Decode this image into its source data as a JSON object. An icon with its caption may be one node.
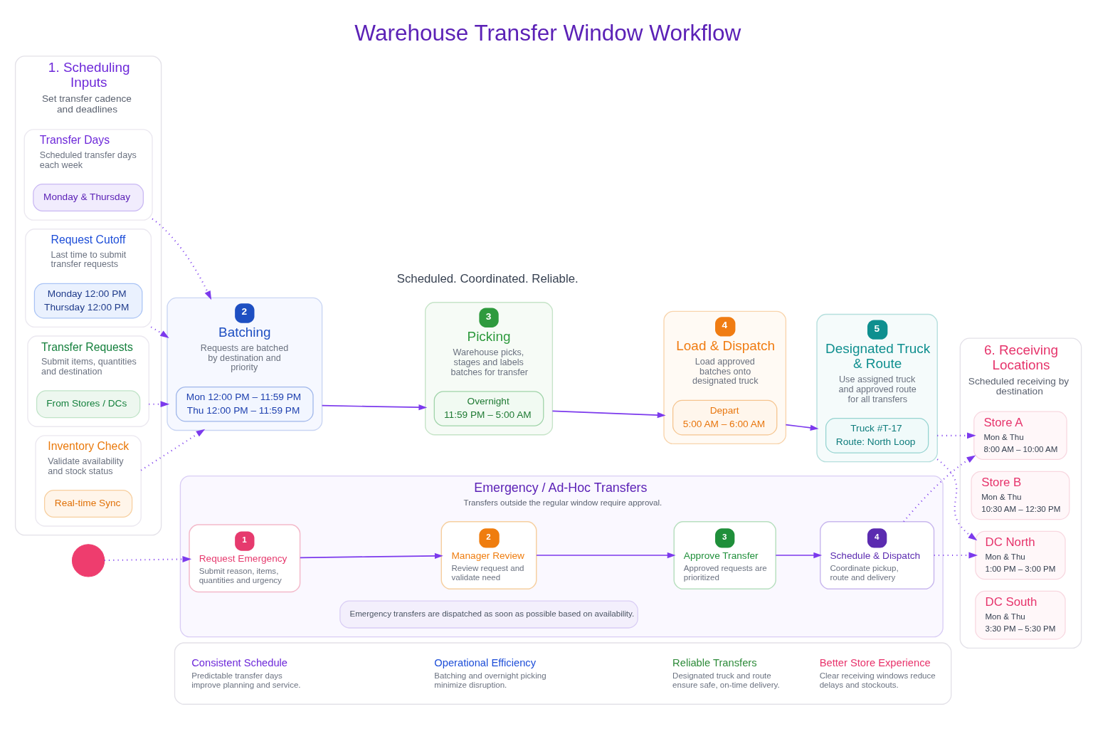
{
  "diagram": {
    "title": "Warehouse Transfer Window Workflow",
    "nodes": [
      {
        "text": [
          "1. Scheduling Inputs",
          "Set transfer cadence and deadlines"
        ]
      },
      {
        "text": [
          "Transfer Days",
          "Scheduled transfer days each week"
        ],
        "in": 0
      },
      {
        "text": [
          "Monday & Thursday"
        ],
        "in": 1
      },
      {
        "text": [
          "Request Cutoff",
          "Last time to submit transfer requests"
        ],
        "in": 0
      },
      {
        "text": [
          "Monday 12:00 PM",
          "Thursday 12:00 PM"
        ],
        "in": 3
      },
      {
        "text": [
          "Transfer Requests",
          "Submit items, quantities and destination"
        ],
        "in": 0
      },
      {
        "text": [
          "From Stores / DCs"
        ],
        "in": 5
      },
      {
        "text": [
          "Inventory Check",
          "Validate availability and stock status"
        ],
        "in": 0
      },
      {
        "text": [
          "Real-time Sync"
        ],
        "in": 7
      },
      {
        "text": [
          "2",
          "Batching",
          "Requests are batched by destination and priority"
        ]
      },
      {
        "text": [
          "Mon 12:00 PM – 11:59 PM",
          "Thu 12:00 PM – 11:59 PM"
        ],
        "in": 9
      },
      {
        "text": [
          "3",
          "Picking",
          "Warehouse picks, stages and labels batches for transfer"
        ]
      },
      {
        "text": [
          "Overnight",
          "11:59 PM – 5:00 AM"
        ],
        "in": 11
      },
      {
        "text": [
          "4",
          "Load & Dispatch",
          "Load approved batches onto designated truck"
        ]
      },
      {
        "text": [
          "Depart",
          "5:00 AM – 6:00 AM"
        ],
        "in": 13
      },
      {
        "text": [
          "5",
          "Designated Truck & Route",
          "Use assigned truck and approved route for all transfers"
        ]
      },
      {
        "text": [
          "Truck #T-17",
          "Route: North Loop"
        ],
        "in": 15
      },
      {
        "text": [
          "6. Receiving Locations",
          "Scheduled receiving by destination"
        ]
      },
      {
        "text": [
          "Store A",
          "Mon & Thu",
          "8:00 AM – 10:00 AM"
        ],
        "in": 17
      },
      {
        "text": [
          "Store B",
          "Mon & Thu",
          "10:30 AM – 12:30 PM"
        ],
        "in": 17
      },
      {
        "text": [
          "DC North",
          "Mon & Thu",
          "1:00 PM – 3:00 PM"
        ],
        "in": 17
      },
      {
        "text": [
          "DC South",
          "Mon & Thu",
          "3:30 PM – 5:30 PM"
        ],
        "in": 17
      },
      {
        "text": [],
        "shape": "circle"
      },
      {
        "text": [
          "Emergency / Ad-Hoc Transfers",
          "Transfers outside the regular window require approval."
        ]
      },
      {
        "text": [
          "1",
          "Request Emergency",
          "Submit reason, items, quantities and urgency"
        ],
        "in": 23
      },
      {
        "text": [
          "2",
          "Manager Review",
          "Review request and validate need"
        ],
        "in": 23
      },
      {
        "text": [
          "3",
          "Approve Transfer",
          "Approved requests are prioritized"
        ],
        "in": 23
      },
      {
        "text": [
          "4",
          "Schedule & Dispatch",
          "Coordinate pickup, route and delivery"
        ],
        "in": 23
      },
      {
        "text": [
          "Emergency transfers are dispatched as soon as possible based on availability."
        ],
        "in": 23
      },
      {
        "text": [],
        "shape": "box"
      },
      {
        "text": [
          "Consistent Schedule",
          "Predictable transfer days improve planning and service."
        ],
        "in": 29
      },
      {
        "text": [
          "Operational Efficiency",
          "Batching and overnight picking minimize disruption."
        ],
        "in": 29
      },
      {
        "text": [
          "Reliable Transfers",
          "Designated truck and route ensure safe, on-time delivery."
        ],
        "in": 29
      },
      {
        "text": [
          "Better Store Experience",
          "Clear receiving windows reduce delays and stockouts."
        ],
        "in": 29
      }
    ],
    "edges": [
      {
        "from": 1,
        "to": 9,
        "arrow": "to",
        "style": "dashed"
      },
      {
        "from": 3,
        "to": 9,
        "arrow": "to",
        "style": "dashed"
      },
      {
        "from": 5,
        "to": 9,
        "arrow": "to",
        "style": "dashed"
      },
      {
        "from": 7,
        "to": 9,
        "arrow": "to",
        "style": "dashed"
      },
      {
        "from": 9,
        "to": 11,
        "arrow": "to"
      },
      {
        "from": 11,
        "to": 13,
        "arrow": "to"
      },
      {
        "from": 13,
        "to": 15,
        "arrow": "to"
      },
      {
        "from": 15,
        "to": 18,
        "arrow": "to",
        "style": "dashed"
      },
      {
        "from": 15,
        "to": 20,
        "arrow": "to",
        "style": "dashed"
      },
      {
        "from": 22,
        "to": 24,
        "arrow": "to",
        "style": "dashed"
      },
      {
        "from": 24,
        "to": 25,
        "arrow": "to"
      },
      {
        "from": 25,
        "to": 26,
        "arrow": "to"
      },
      {
        "from": 26,
        "to": 27,
        "arrow": "to"
      },
      {
        "from": 27,
        "to": 18,
        "arrow": "to",
        "style": "dashed"
      },
      {
        "from": 27,
        "to": 20,
        "arrow": "to",
        "style": "dashed"
      }
    ],
    "labels": [
      "Scheduled. Coordinated. Reliable."
    ]
  }
}
